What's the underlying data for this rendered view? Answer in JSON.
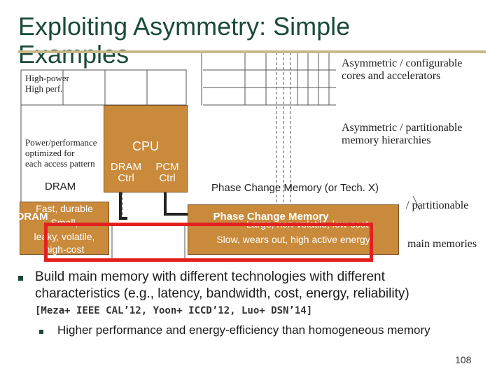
{
  "slide": {
    "title_line1": "Exploiting Asymmetry: Simple",
    "title_line2": "Examples",
    "page_number": "108"
  },
  "background_figure": {
    "legend_left": [
      "High-power",
      "High perf."
    ],
    "legend_left_2": [
      "Power/performance",
      "optimized for",
      "each access pattern"
    ],
    "right_labels": [
      "Asymmetric / configurable",
      "cores and accelerators",
      "Asymmetric / partitionable",
      "memory hierarchies",
      "/ partitionable",
      "main memories"
    ]
  },
  "diagram": {
    "cpu_label": "CPU",
    "dram_ctrl": [
      "DRAM",
      "Ctrl"
    ],
    "pcm_ctrl": [
      "PCM",
      "Ctrl"
    ],
    "dram_label": "DRAM",
    "pcm_heading": "Phase Change Memory (or Tech. X)",
    "dram_panel_title": "DRAM",
    "dram_panel_lines": [
      "Fast, durable",
      "Small,",
      "leaky, volatile,",
      "high-cost"
    ],
    "pcm_panel_title": "Phase Change Memory",
    "pcm_panel_lines": [
      "Large, non-volatile, low-cost",
      "Slow, wears out, high active energy"
    ]
  },
  "bullets": {
    "main_line1": "Build main memory with different technologies with different",
    "main_line2": "characteristics (e.g., latency, bandwidth, cost, energy, reliability)",
    "refs": "[Meza+ IEEE CAL’12, Yoon+ ICCD’12, Luo+ DSN’14]",
    "sub": "Higher performance and energy-efficiency than homogeneous memory"
  },
  "colors": {
    "accent": "#c98a3c",
    "title": "#1a4a3a",
    "highlight": "#e32020"
  }
}
